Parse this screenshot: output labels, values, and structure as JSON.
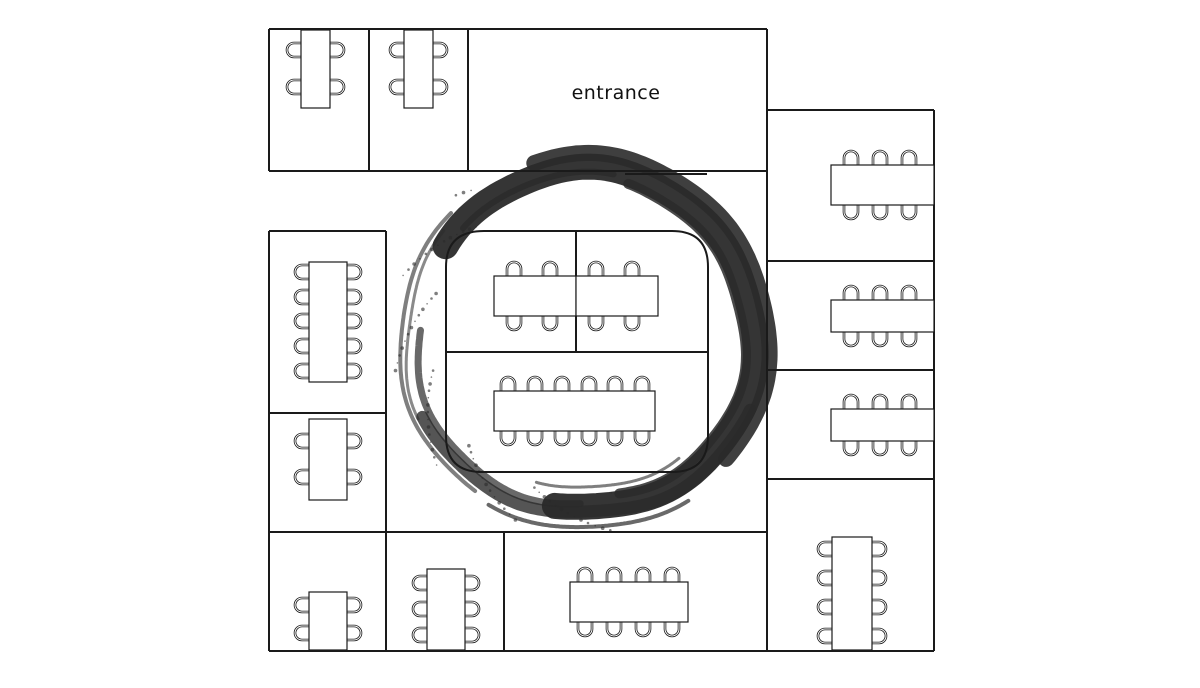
{
  "labels": {
    "entrance": "entrance"
  },
  "colors": {
    "walls": "#1a1a1a",
    "ink_ring": "#2a2a2a",
    "background": "#ffffff"
  },
  "zones": [
    {
      "id": "booth-top-left-1",
      "seats": 4
    },
    {
      "id": "booth-top-left-2",
      "seats": 4
    },
    {
      "id": "entrance",
      "seats": 0
    },
    {
      "id": "left-long",
      "seats": 10
    },
    {
      "id": "left-mid",
      "seats": 4
    },
    {
      "id": "bottom-left-1",
      "seats": 4
    },
    {
      "id": "bottom-left-2",
      "seats": 6
    },
    {
      "id": "bottom-center",
      "seats": 8
    },
    {
      "id": "center-top-left",
      "seats": 4
    },
    {
      "id": "center-top-right",
      "seats": 4
    },
    {
      "id": "center-long",
      "seats": 12
    },
    {
      "id": "right-1",
      "seats": 6
    },
    {
      "id": "right-2",
      "seats": 6
    },
    {
      "id": "right-3",
      "seats": 6
    },
    {
      "id": "right-bottom",
      "seats": 8
    }
  ]
}
